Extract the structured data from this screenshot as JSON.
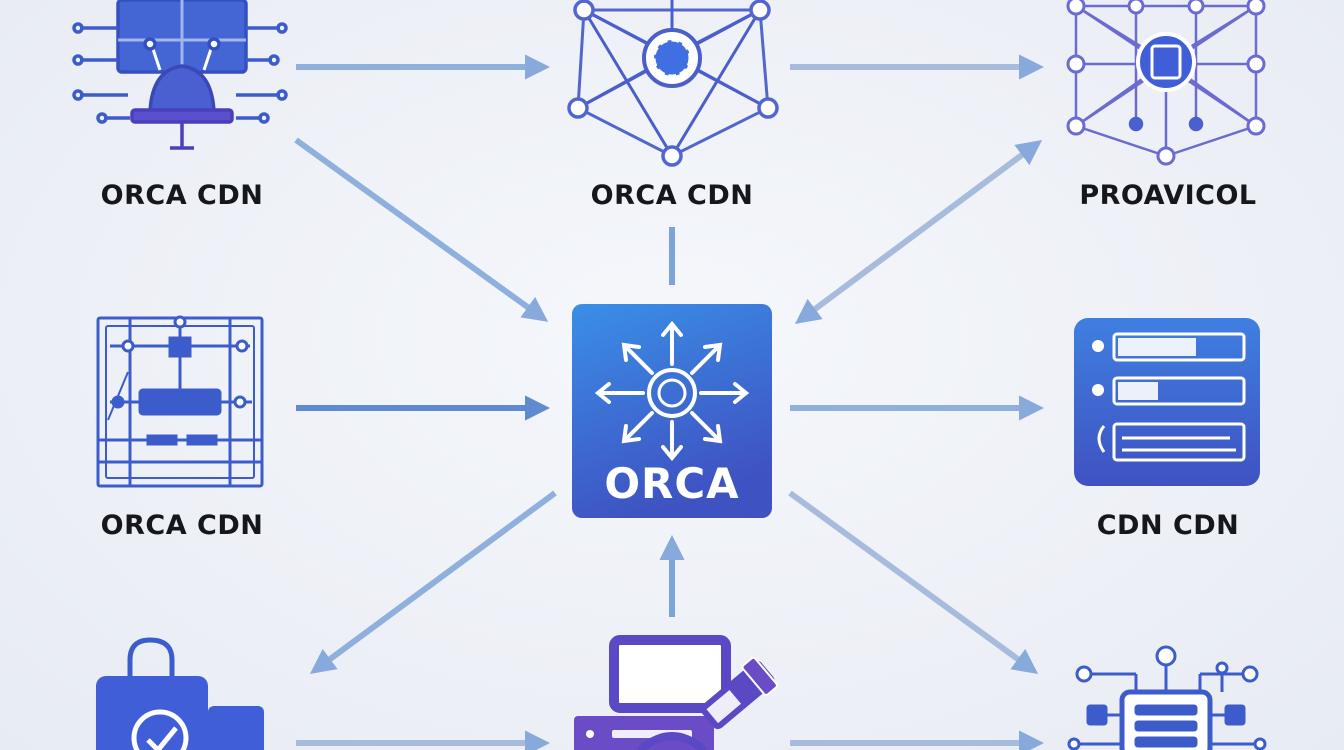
{
  "hub": {
    "title": "ORCA",
    "icon": "hub-radiating-arrows-icon"
  },
  "nodes": [
    {
      "id": "top-left",
      "label": "ORCA CDN",
      "icon": "circuit-bell-monitor-icon"
    },
    {
      "id": "top-center",
      "label": "ORCA CDN",
      "icon": "network-mesh-icon"
    },
    {
      "id": "top-right",
      "label": "PROAVICOL",
      "icon": "network-chip-mesh-icon"
    },
    {
      "id": "mid-left",
      "label": "ORCA CDN",
      "icon": "circuit-frame-icon"
    },
    {
      "id": "mid-right",
      "label": "CDN CDN",
      "icon": "server-rack-icon"
    },
    {
      "id": "bottom-left",
      "label": "",
      "icon": "shopping-bag-check-icon"
    },
    {
      "id": "bottom-center",
      "label": "",
      "icon": "monitor-tool-icon"
    },
    {
      "id": "bottom-right",
      "label": "",
      "icon": "circuit-server-icon"
    }
  ],
  "colors": {
    "hub_gradient_top": "#3a8fe6",
    "hub_gradient_bottom": "#3f52c2",
    "icon_blue": "#3d5ccc",
    "icon_purple": "#6a4cc6",
    "arrow": "#8fb0dd",
    "arrow_strong": "#6f98d6",
    "label_text": "#16161d"
  }
}
